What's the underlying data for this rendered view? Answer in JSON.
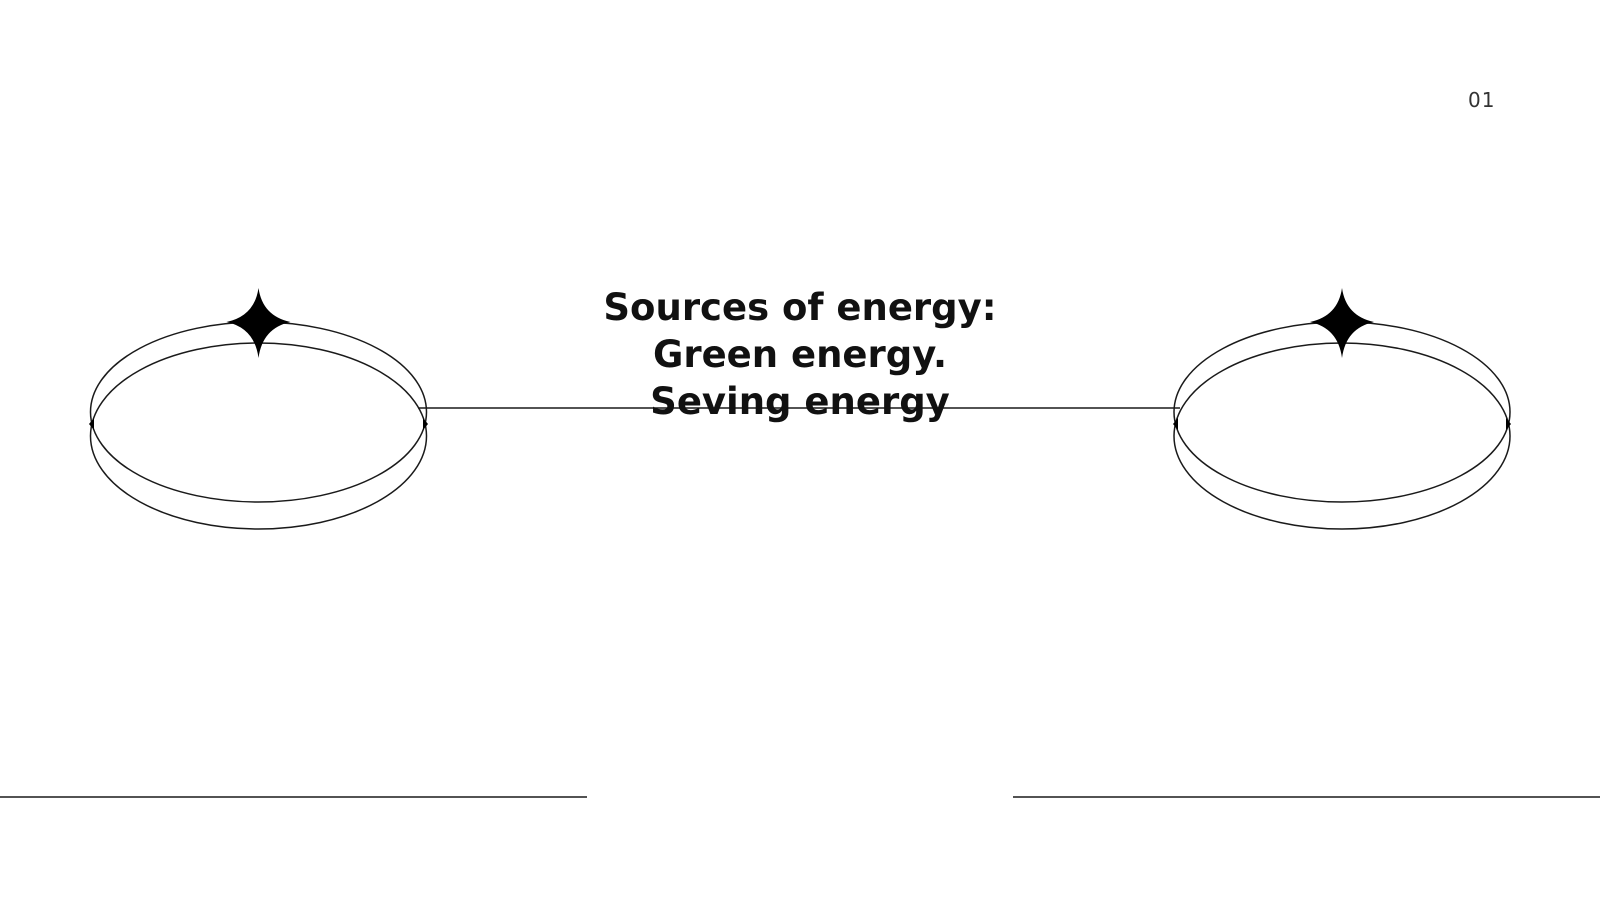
{
  "slide": {
    "page_number": "01",
    "title_lines": [
      "Sources of energy:",
      "Green energy.",
      "Seving energy"
    ]
  },
  "decor": {
    "line_color": "#1a1a1a",
    "star_color": "#000000",
    "left_ornament": {
      "name": "sparkle-icon"
    },
    "right_ornament": {
      "name": "sparkle-icon"
    }
  }
}
